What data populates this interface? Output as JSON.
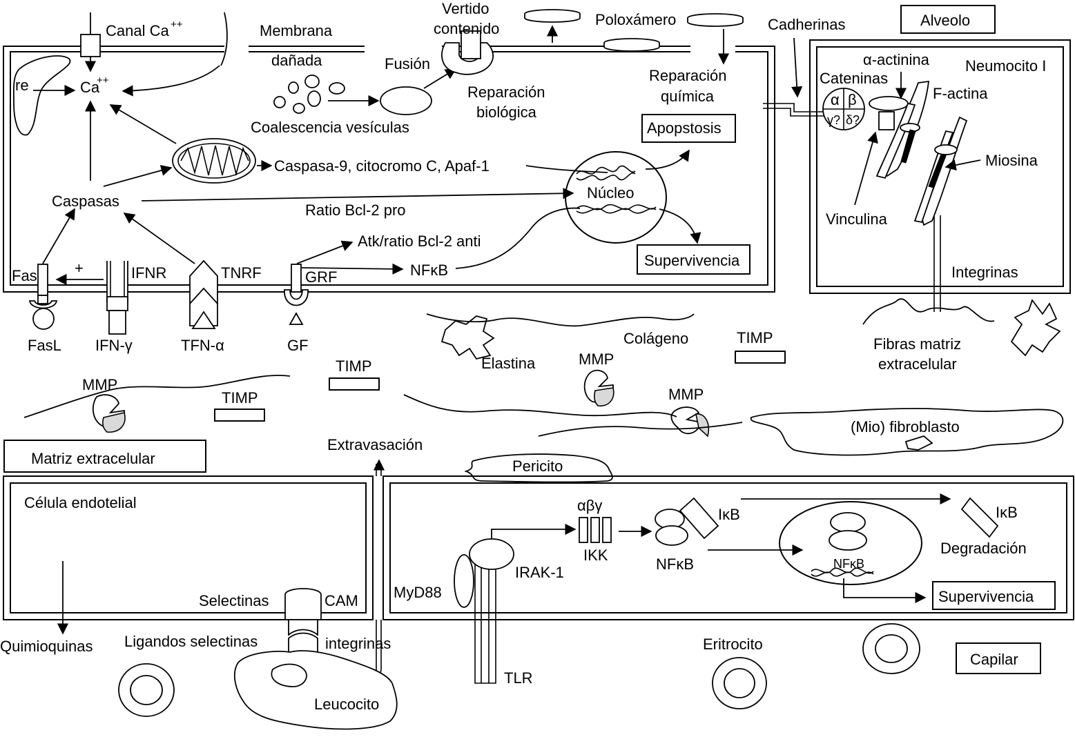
{
  "labels": {
    "canal_ca": "Canal Ca",
    "canal_ca_sup": "++",
    "membrana": "Membrana",
    "danada": "dañada",
    "vertido_1": "Vertido",
    "vertido_2": "contenido",
    "poloxamero": "Poloxámero",
    "cadherinas": "Cadherinas",
    "alveolo": "Alveolo",
    "re": "re",
    "ca_ion": "Ca",
    "ca_ion_sup": "++",
    "fusion": "Fusión",
    "reparacion_bio_1": "Reparación",
    "reparacion_bio_2": "biológica",
    "reparacion_quim_1": "Reparación",
    "reparacion_quim_2": "química",
    "coalescencia": "Coalescencia vesículas",
    "apopstosis": "Apopstosis",
    "caspasa9": "Caspasa-9, citocromo C, Apaf-1",
    "caspasas": "Caspasas",
    "nucleo": "Núcleo",
    "ratio_pro": "Ratio Bcl-2 pro",
    "atk": "Atk/ratio Bcl-2 anti",
    "nfkb_cell": "NFκB",
    "supervivencia_cell": "Supervivencia",
    "plus": "+",
    "fas": "Fas",
    "ifnr": "IFNR",
    "tnrf": "TNRF",
    "grf": "GRF",
    "fasl": "FasL",
    "ifn_g": "IFN-γ",
    "tfn_a": "TFN-α",
    "gf": "GF",
    "a_actinina": "α-actinina",
    "neumocito": "Neumocito I",
    "cateninas": "Cateninas",
    "f_actina": "F-actina",
    "alpha": "α",
    "beta": "β",
    "gamma_q": "γ?",
    "delta_q": "δ?",
    "miosina": "Miosina",
    "vinculina": "Vinculina",
    "integrinas_cell": "Integrinas",
    "fibras_1": "Fibras matriz",
    "fibras_2": "extracelular",
    "colageno": "Colágeno",
    "timp_1": "TIMP",
    "timp_2": "TIMP",
    "timp_3": "TIMP",
    "elastina": "Elastina",
    "mmp_1": "MMP",
    "mmp_2": "MMP",
    "mmp_3": "MMP",
    "mio_fibroblasto": "(Mio) fibroblasto",
    "matriz_extracelular": "Matriz extracelular",
    "extravasacion": "Extravasación",
    "pericito": "Pericito",
    "celula_endotelial": "Célula endotelial",
    "abg": "αβγ",
    "ikb_1": "IκB",
    "ikb_2": "IκB",
    "ikk": "IKK",
    "nfkb_1": "NFκB",
    "nfkb_2": "NFκB",
    "irak": "IRAK-1",
    "myd88": "MyD88",
    "degradacion": "Degradación",
    "supervivencia_cap": "Supervivencia",
    "selectinas": "Selectinas",
    "cam": "CAM",
    "quimioquinas": "Quimioquinas",
    "ligandos": "Ligandos selectinas",
    "integrinas_leuco": "integrinas",
    "eritrocito": "Eritrocito",
    "capilar": "Capilar",
    "leucocito": "Leucocito",
    "tlr": "TLR"
  }
}
